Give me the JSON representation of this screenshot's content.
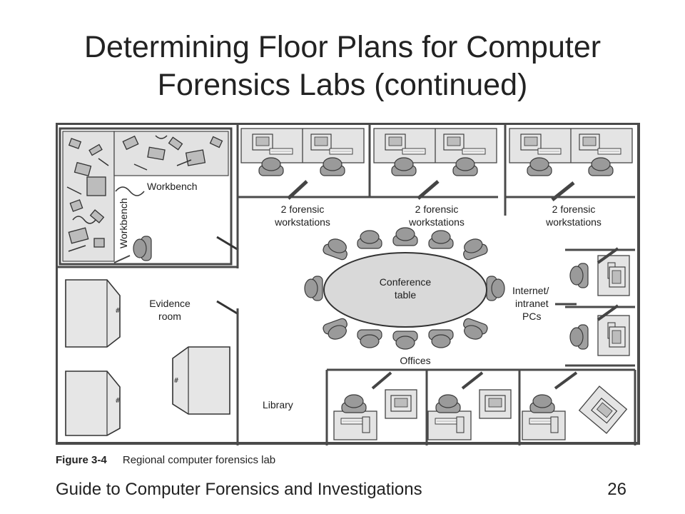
{
  "slide": {
    "title_line1": "Determining Floor Plans for Computer",
    "title_line2": "Forensics Labs (continued)",
    "footer_text": "Guide to Computer Forensics and Investigations",
    "page_number": "26"
  },
  "figure": {
    "caption_number": "Figure 3-4",
    "caption_text": "Regional computer forensics lab",
    "labels": {
      "workbench_top": "Workbench",
      "workbench_side": "Workbench",
      "workstations_line1": "2 forensic",
      "workstations_line2": "workstations",
      "conference_line1": "Conference",
      "conference_line2": "table",
      "evidence_line1": "Evidence",
      "evidence_line2": "room",
      "internet_line1": "Internet/",
      "internet_line2": "intranet",
      "internet_line3": "PCs",
      "offices": "Offices",
      "library": "Library"
    },
    "colors": {
      "wall": "#4a4a4a",
      "fill": "#d8d8d8",
      "chair": "#9a9a9a",
      "line": "#333333"
    }
  }
}
